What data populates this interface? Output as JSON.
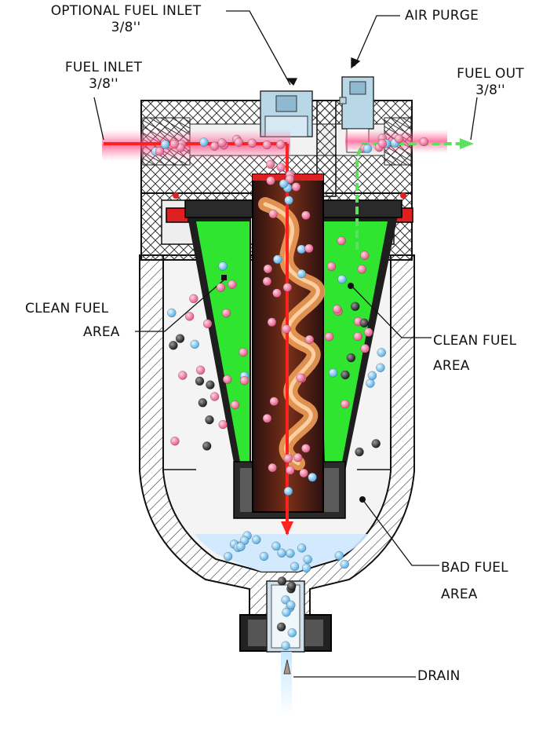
{
  "labels": {
    "optional_fuel_inlet": {
      "title": "OPTIONAL FUEL INLET",
      "size": "3/8''"
    },
    "air_purge": {
      "title": "AIR PURGE"
    },
    "fuel_inlet": {
      "title": "FUEL INLET",
      "size": "3/8''"
    },
    "fuel_out": {
      "title": "FUEL OUT",
      "size": "3/8''"
    },
    "clean_fuel_left": {
      "line1": "CLEAN FUEL",
      "line2": "AREA"
    },
    "clean_fuel_right": {
      "line1": "CLEAN FUEL",
      "line2": "AREA"
    },
    "bad_fuel": {
      "line1": "BAD FUEL",
      "line2": "AREA"
    },
    "drain": {
      "title": "DRAIN"
    }
  },
  "colors": {
    "clean_fuel": "#2fe52f",
    "fuel_flow": "#ff2020",
    "clean_flow": "#5ee05e",
    "metal": "#b8d8e8",
    "housing": "#e6e6e6",
    "bowl": "#f2f2f2",
    "water": "#cfe9ff",
    "particle_pink": "#f08aa8",
    "particle_blue": "#8ccaf2",
    "particle_dark": "#444444"
  }
}
